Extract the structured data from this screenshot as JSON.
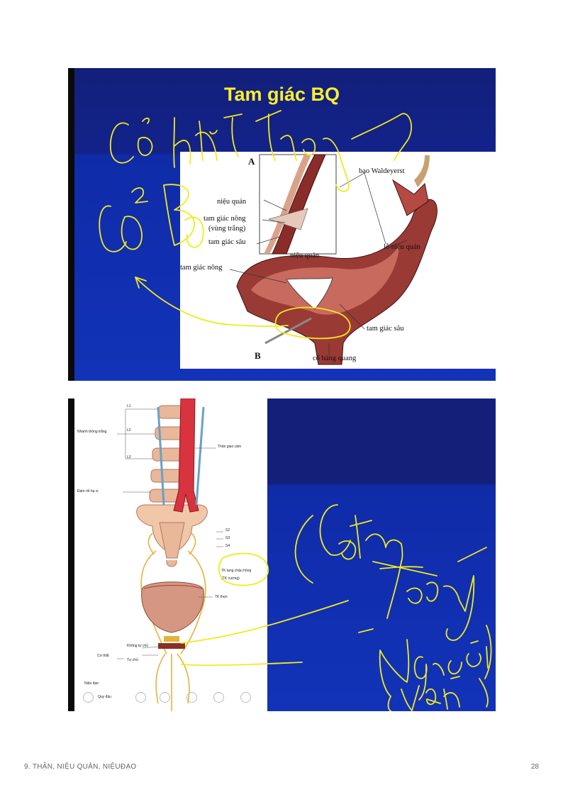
{
  "slide1": {
    "title": "Tam giác BQ",
    "labels": {
      "panel_a": "A",
      "panel_b": "B",
      "bao": "bao Waldeyerst",
      "nieu_quan_1": "niệu quản",
      "tgn_1": "tam giác nông",
      "vung_trang": "(vùng trắng)",
      "tgs_1": "tam giác sâu",
      "lo_nieu_quan": "lỗ niệu quản",
      "nieu_quan_2": "niệu quản",
      "tgn_2": "tam giác nông",
      "tgs_2": "tam giác sâu",
      "co_bang_quang": "cổ bàng quang"
    }
  },
  "slide2": {
    "labels": {
      "l1": "L1",
      "l2": "L2",
      "l3": "L3",
      "nhanh": "Nhánh thông trắng",
      "than_giao_cam": "Thân giao cảm",
      "dam_roi": "Đám rối hạ vị",
      "s2": "S2",
      "s3": "S3",
      "s4": "S4",
      "tk_tang": "TK tạng chậu hông",
      "tk_cuong": "(TK cương)",
      "tk_then": "TK thẹn",
      "khong_tu_chu": "Không tự chủ",
      "co_that": "Cơ thắt",
      "tu_chu": "Tự chủ",
      "nieu_dao": "Niệu đạo",
      "quy_dau": "Quy đầu"
    }
  },
  "footer": {
    "chapter": "9. THẬN, NIỆU QUẢN, NIỆUĐẠO",
    "page": "28"
  },
  "colors": {
    "ink": "#f2ea1c",
    "title": "#ffef2a",
    "slide_blue": "#1233b8"
  }
}
